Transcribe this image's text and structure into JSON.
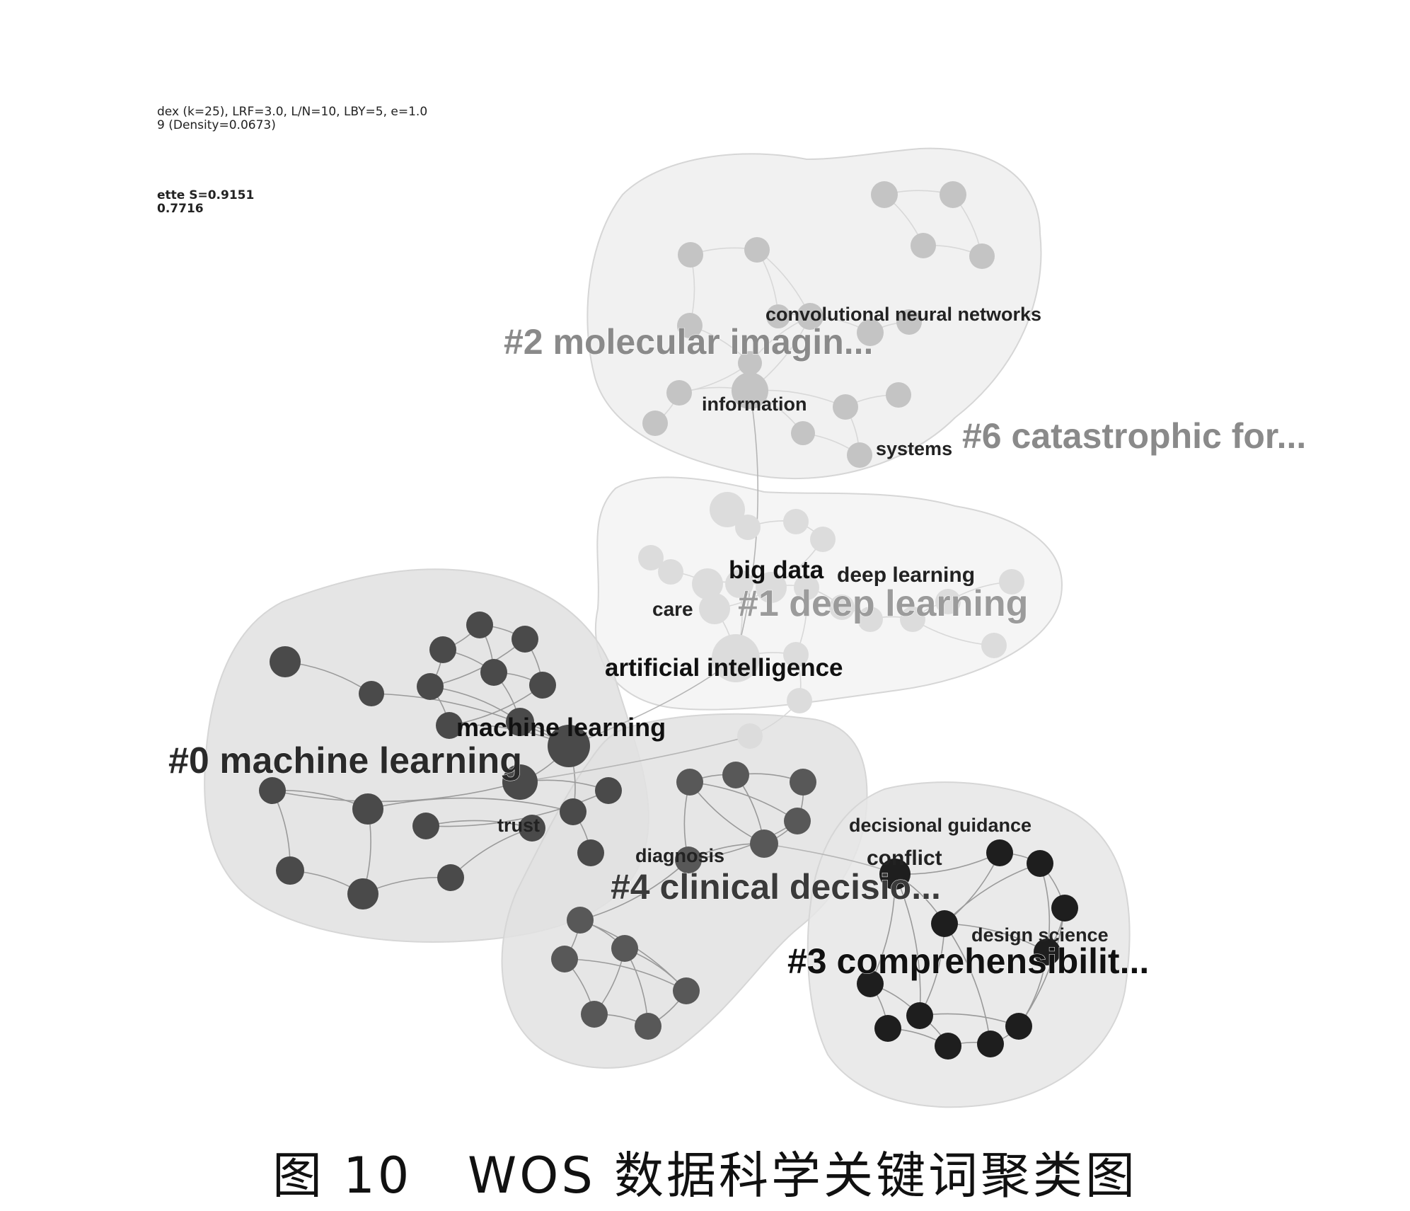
{
  "meta": {
    "line1": "dex (k=25), LRF=3.0, L/N=10, LBY=5, e=1.0",
    "line2": "9 (Density=0.0673)",
    "line3": "ette S=0.9151",
    "line4": "0.7716"
  },
  "clusters": [
    {
      "id": "c2",
      "label": "#2 molecular imagin...",
      "node_color": "#c4c4c4",
      "hull_color": "#eeeeee"
    },
    {
      "id": "c6",
      "label": "#6 catastrophic for...",
      "node_color": "#c4c4c4",
      "hull_color": "#eeeeee"
    },
    {
      "id": "c1",
      "label": "#1 deep learning",
      "node_color": "#dcdcdc",
      "hull_color": "#f3f3f3"
    },
    {
      "id": "c0",
      "label": "#0 machine learning",
      "node_color": "#4a4a4a",
      "hull_color": "#e0e0e0"
    },
    {
      "id": "c4",
      "label": "#4 clinical decisio...",
      "node_color": "#585858",
      "hull_color": "#e2e2e2"
    },
    {
      "id": "c3",
      "label": "#3 comprehensibilit...",
      "node_color": "#1e1e1e",
      "hull_color": "#e6e6e6"
    }
  ],
  "keywords": [
    "convolutional neural networks",
    "information",
    "systems",
    "big data",
    "deep learning",
    "care",
    "artificial intelligence",
    "machine learning",
    "trust",
    "diagnosis",
    "decisional guidance",
    "conflict",
    "design science"
  ],
  "caption": "图 10   WOS 数据科学关键词聚类图"
}
